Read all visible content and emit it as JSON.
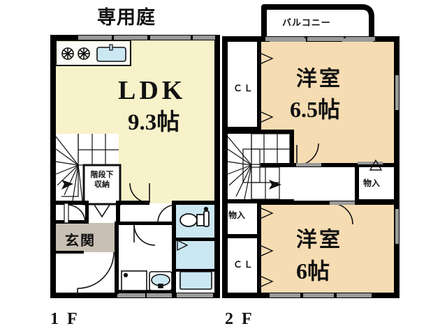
{
  "page": {
    "type": "floor-plan",
    "title_1f": "1 F",
    "title_2f": "2 F",
    "garden_label": "専用庭"
  },
  "colors": {
    "ldk_fill": "#F7F2C9",
    "room_fill": "#F6DCB2",
    "water_fill": "#CBE7F2",
    "entrance_fill": "#C8C0B4",
    "wall": "#000000",
    "background": "#FFFFFF",
    "window": "#9A9A9A"
  },
  "floor1": {
    "name": "1 F",
    "rooms": [
      {
        "key": "ldk",
        "label": "LDK",
        "size": "9.3帖",
        "fill": "#F7F2C9"
      },
      {
        "key": "genkan",
        "label": "玄関",
        "fill": "#C8C0B4"
      },
      {
        "key": "under_stair_storage",
        "label": "階段下収納",
        "line1": "階段下",
        "line2": "収納"
      },
      {
        "key": "toilet",
        "label": "",
        "fill": "#CBE7F2"
      },
      {
        "key": "bath",
        "label": "",
        "fill": "#CBE7F2"
      },
      {
        "key": "washroom",
        "label": ""
      }
    ],
    "fixtures": [
      {
        "name": "gas-burner-left"
      },
      {
        "name": "gas-burner-right"
      },
      {
        "name": "kitchen-sink"
      },
      {
        "name": "toilet-bowl"
      },
      {
        "name": "bathtub"
      },
      {
        "name": "washing-machine"
      },
      {
        "name": "wash-basin"
      },
      {
        "name": "staircase-up"
      }
    ]
  },
  "floor2": {
    "name": "2 F",
    "balcony_label": "バルコニー",
    "rooms": [
      {
        "key": "washitsu_upper",
        "label": "洋室",
        "size": "6.5帖",
        "fill": "#F6DCB2"
      },
      {
        "key": "washitsu_lower",
        "label": "洋室",
        "size": "6帖",
        "fill": "#F6DCB2"
      },
      {
        "key": "closet_upper",
        "label": "ＣＬ"
      },
      {
        "key": "closet_lower",
        "label": "ＣＬ"
      },
      {
        "key": "storage_right",
        "label": "物入"
      },
      {
        "key": "storage_left",
        "label": "物入"
      },
      {
        "key": "hall",
        "label": ""
      }
    ],
    "fixtures": [
      {
        "name": "staircase-down"
      }
    ]
  }
}
